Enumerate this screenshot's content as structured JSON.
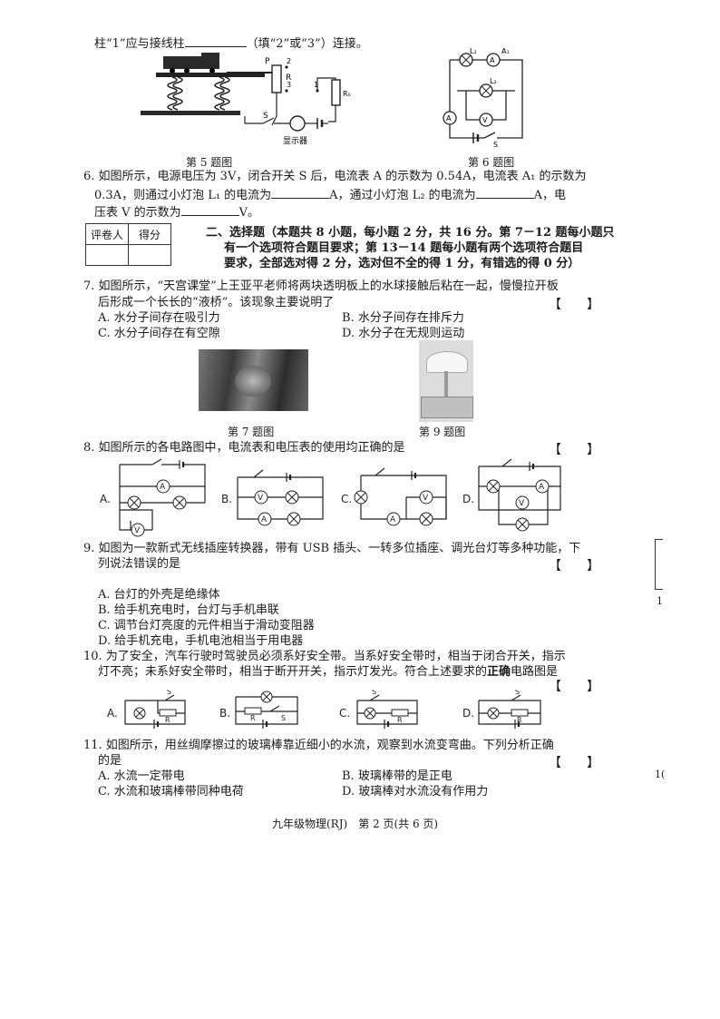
{
  "q5_tail": {
    "pre": "柱“1”应与接线柱",
    "post": "（填“2”或“3”）连接。"
  },
  "fig5": {
    "caption": "第 5 题图",
    "label_p": "P",
    "label_r": "R",
    "label_2": "2",
    "label_3": "3",
    "label_1": "1",
    "label_r0": "R₀",
    "label_s": "S",
    "label_display": "显示器"
  },
  "fig6": {
    "caption": "第 6 题图",
    "label_l1": "L₁",
    "label_a1": "A₁",
    "label_l2": "L₂",
    "label_a": "A",
    "label_v": "V",
    "label_s": "S"
  },
  "q6": {
    "line1": "6. 如图所示，电源电压为 3V，闭合开关 S 后，电流表 A 的示数为 0.54A，电流表 A₁ 的示数为",
    "line2a": "0.3A，则通过小灯泡 L₁ 的电流为",
    "line2b": "A，通过小灯泡 L₂ 的电流为",
    "line2c": "A，电",
    "line3a": "压表 V 的示数为",
    "line3b": "V。"
  },
  "grade_box": {
    "reviewer": "评卷人",
    "score": "得分"
  },
  "section2": {
    "line1": "二、选择题（本题共 8 小题，每小题 2 分，共 16 分。第 7－12 题每小题只",
    "line2": "有一个选项符合题目要求；第 13－14 题每小题有两个选项符合题目",
    "line3": "要求，全部选对得 2 分，选对但不全的得 1 分，有错选的得 0 分）"
  },
  "bracket": "【　　】",
  "q7": {
    "line1": "7. 如图所示，“天宫课堂”上王亚平老师将两块透明板上的水球接触后粘在一起，慢慢拉开板",
    "line2": "后形成一个长长的“液桥”。该现象主要说明了",
    "a": "A. 水分子间存在吸引力",
    "b": "B. 水分子间存在排斥力",
    "c": "C. 水分子间存在有空隙",
    "d": "D. 水分子在无规则运动",
    "caption": "第 7 题图"
  },
  "fig9_caption": "第 9 题图",
  "q8": {
    "text": "8. 如图所示的各电路图中，电流表和电压表的使用均正确的是",
    "a": "A.",
    "b": "B.",
    "c": "C.",
    "d": "D."
  },
  "q9": {
    "line1": "9. 如图为一款新式无线插座转换器，带有 USB 插头、一转多位插座、调光台灯等多种功能，下",
    "line2": "列说法错误的是",
    "a": "A. 台灯的外壳是绝缘体",
    "b": "B. 给手机充电时，台灯与手机串联",
    "c": "C. 调节台灯亮度的元件相当于滑动变阻器",
    "d": "D. 给手机充电，手机电池相当于用电器"
  },
  "q10": {
    "line1": "10. 为了安全，汽车行驶时驾驶员必须系好安全带。当系好安全带时，相当于闭合开关，指示",
    "line2a": "灯不亮；未系好安全带时，相当于断开开关，指示灯发光。符合上述要求的",
    "line2b": "正确",
    "line2c": "电路图是",
    "a": "A.",
    "b": "B.",
    "c": "C.",
    "d": "D."
  },
  "q11": {
    "line1": "11. 如图所示，用丝绸摩擦过的玻璃棒靠近细小的水流，观察到水流变弯曲。下列分析正确",
    "line2": "的是",
    "a": "A. 水流一定带电",
    "b": "B. 玻璃棒带的是正电",
    "c": "C. 水流和玻璃棒带同种电荷",
    "d": "D. 玻璃棒对水流没有作用力"
  },
  "footer": "九年级物理(RJ)　第 2 页(共 6 页)",
  "margin_marks": {
    "m1": "1",
    "m2": "1("
  }
}
